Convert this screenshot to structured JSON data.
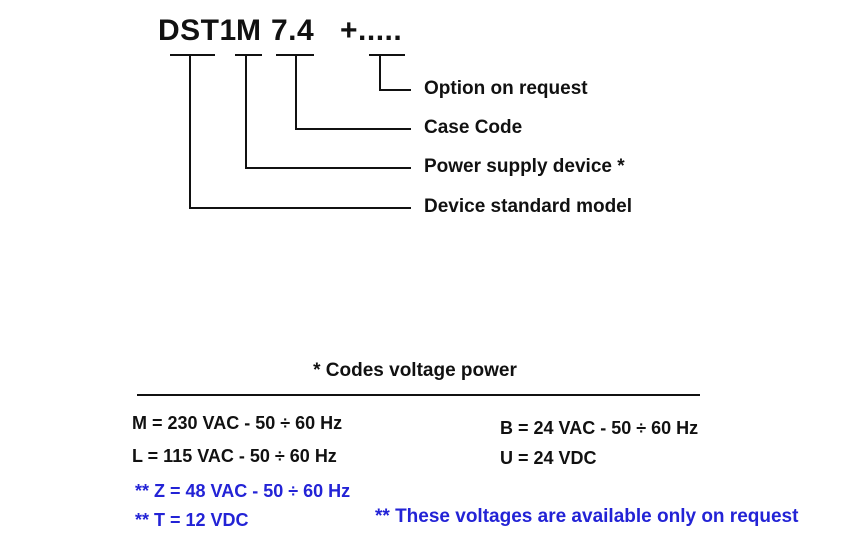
{
  "code": {
    "model": "DST1",
    "power": "M",
    "case": "7.4",
    "option": "+....."
  },
  "labels": {
    "option": "Option on request",
    "case": "Case Code",
    "power": "Power supply device *",
    "model": "Device standard model"
  },
  "voltages": {
    "title": "* Codes voltage power",
    "left": [
      "M = 230 VAC - 50 ÷ 60 Hz",
      "L = 115 VAC - 50 ÷ 60 Hz"
    ],
    "right": [
      "B = 24 VAC - 50 ÷ 60 Hz",
      "U = 24 VDC"
    ],
    "on_request": [
      "** Z = 48 VAC - 50 ÷ 60 Hz",
      "** T = 12 VDC"
    ],
    "note": "** These voltages are available only on request"
  },
  "colors": {
    "text": "#111111",
    "on_request": "#2323d6"
  }
}
